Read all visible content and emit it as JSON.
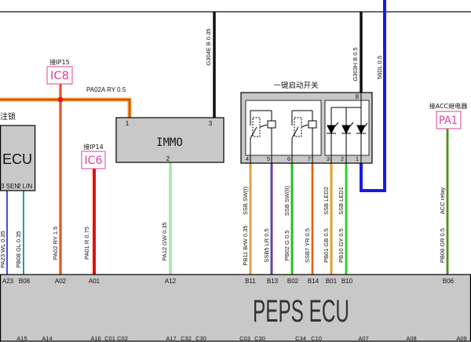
{
  "colors": {
    "box_fill": "#c8c8c8",
    "connector": "#e0409a",
    "ground_wire": "#111111",
    "power_wire_blue": "#1a1ae6"
  },
  "top_bus": {
    "pa02a_code": "PA02A RY 0.5",
    "g304e_code": "G304E B 0.35",
    "g303h_code": "G303H B 0.5",
    "blue_code": "56DL 0.5"
  },
  "connectors": [
    {
      "label": "IC8",
      "note": "接IP15"
    },
    {
      "label": "IC6",
      "note": "接IP14"
    },
    {
      "label": "PA1",
      "note": "接ACC继电器"
    }
  ],
  "immo": {
    "title": "IMMO",
    "pins": [
      "1",
      "3",
      "2"
    ]
  },
  "lock_ecu": {
    "caption": "注锁",
    "title": "ECU",
    "pins": [
      "3 SEN",
      "2 LIN"
    ]
  },
  "start_switch": {
    "title": "一键启动开关",
    "top_pin": "8",
    "pins": [
      "4",
      "5",
      "6",
      "7",
      "3",
      "2",
      "1"
    ]
  },
  "wires": [
    {
      "code": "PA23 WL 0.35",
      "pin": "A23",
      "color": "#4a4af0"
    },
    {
      "code": "PB08 GL 0.35",
      "pin": "B08",
      "color": "#1fa0a0"
    },
    {
      "code": "PA02 RY 1.5",
      "pin": "A02",
      "color": "#f0a030",
      "stripe": "#e02020"
    },
    {
      "code": "PA01 R 0.75",
      "pin": "A01",
      "color": "#e01010"
    },
    {
      "code": "PA12 GW 0.35",
      "pin": "A12",
      "color": "#70d870",
      "stripe": "#ffffff"
    },
    {
      "code": "PB11 BrW 0.35",
      "function": "SSB SW(I)",
      "pin": "B11",
      "color": "#e0a040"
    },
    {
      "code": "SSB5 LR 0.5",
      "pin": "B13",
      "color": "#4848d8",
      "stripe": "#d02030"
    },
    {
      "code": "PB02 G 0.5",
      "function": "SSB SW(II)",
      "pin": "B02",
      "color": "#20c020"
    },
    {
      "code": "SSB7 YR 0.5",
      "pin": "B14",
      "color": "#f0a000",
      "stripe": "#e02020"
    },
    {
      "code": "PB01 GB 0.5",
      "function": "SSB LED2",
      "pin": "B01",
      "color": "#e0a020"
    },
    {
      "code": "PB10 GY 0.5",
      "function": "SSB LED1",
      "pin": "B10",
      "color": "#30d030"
    },
    {
      "code": "PB06 GR 0.5",
      "function": "ACC relay",
      "pin": "B06",
      "color": "#30c030",
      "stripe": "#e02020"
    }
  ],
  "peps_ecu": {
    "title": "PEPS ECU",
    "lower_pins": [
      "A15",
      "A14",
      "A16",
      "C01",
      "C02",
      "A17",
      "C32",
      "C30",
      "C03",
      "C30",
      "C34",
      "C10",
      "A07",
      "A08",
      "A09"
    ]
  }
}
